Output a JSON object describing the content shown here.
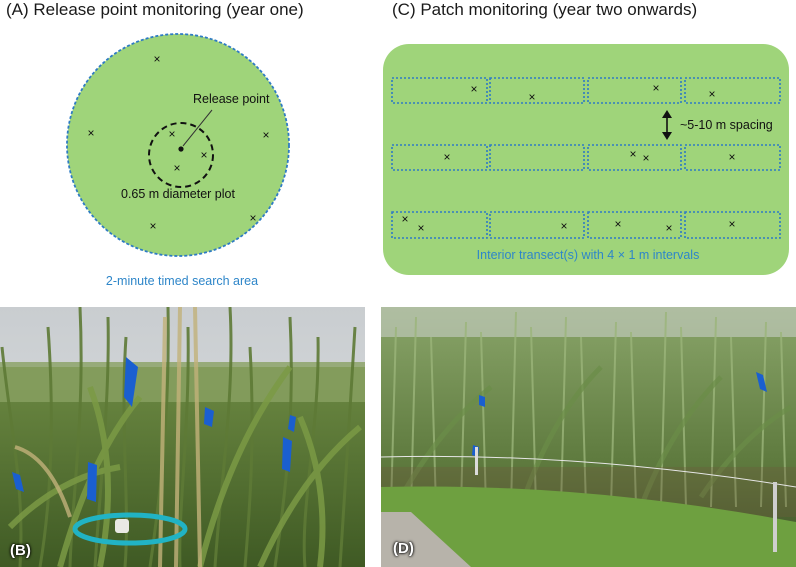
{
  "panel_a": {
    "title": "(A) Release point monitoring (year one)",
    "release_point_label": "Release point",
    "plot_label": "0.65 m diameter plot",
    "search_label": "2-minute timed search area",
    "marker": "×"
  },
  "panel_c": {
    "title": "(C) Patch monitoring (year two onwards)",
    "spacing_label": "~5-10 m spacing",
    "transect_label": "Interior transect(s) with 4 × 1 m intervals",
    "marker": "×"
  },
  "panel_b": {
    "label": "(B)"
  },
  "panel_d": {
    "label": "(D)"
  },
  "colors": {
    "area_fill": "#9fd47a",
    "dashed_outline": "#2e7bc4",
    "caption_blue": "#2e86c9",
    "flag_blue": "#1a5fd0",
    "hoop_cyan": "#21b3c4"
  }
}
